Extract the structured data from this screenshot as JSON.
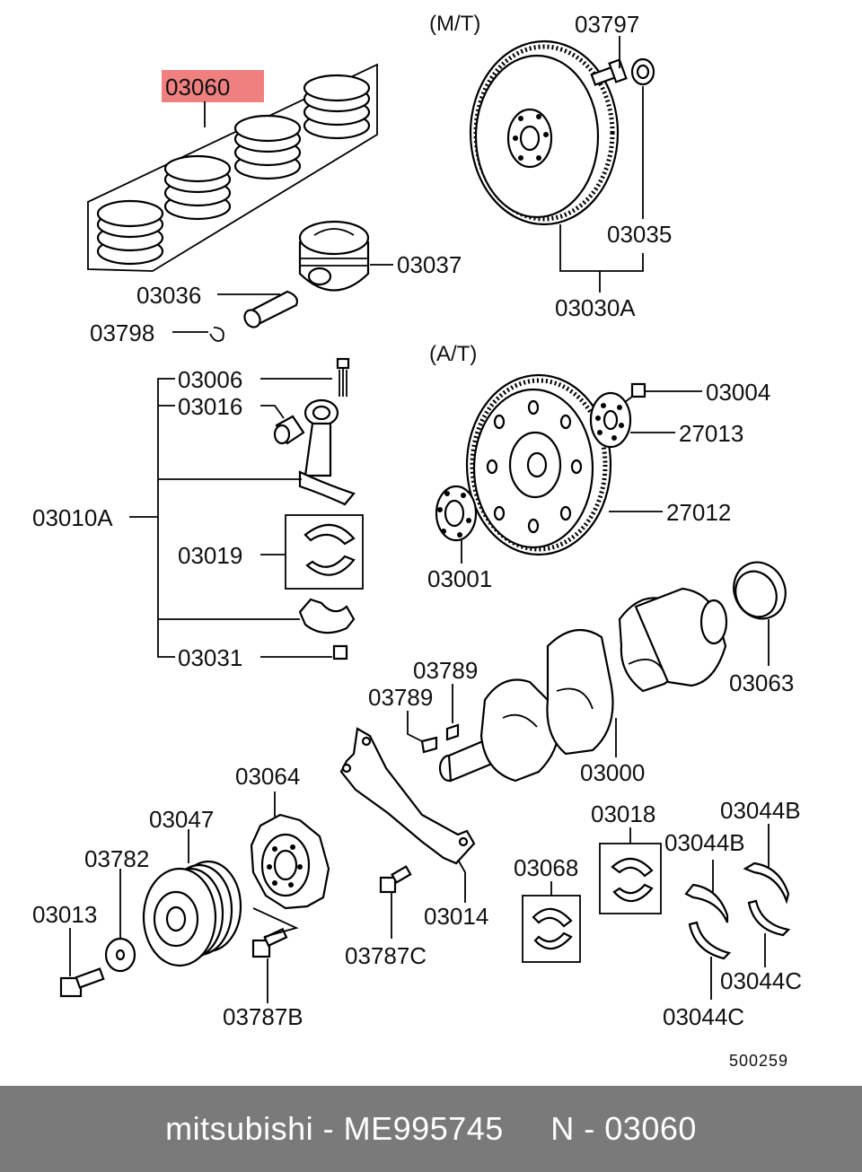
{
  "headers": {
    "manual": "(M/T)",
    "auto": "(A/T)"
  },
  "highlight_color": "#f08080",
  "parts": {
    "rings": "03060",
    "piston": "03037",
    "pin": "03036",
    "clip": "03798",
    "bolt_rod": "03006",
    "bushing": "03016",
    "rod_assy": "03010A",
    "rod_bearing": "03019",
    "rod_nut": "03031",
    "flywheel_bolt": "03797",
    "pilot_bearing": "03035",
    "flywheel_assy": "03030A",
    "drive_plate_bolt": "03004",
    "adapter_plate": "27013",
    "drive_plate": "27012",
    "spacer": "03001",
    "rear_seal": "03063",
    "key_a": "03789",
    "key_b": "03789",
    "crankshaft": "03000",
    "sensor_plate": "03064",
    "pulley": "03047",
    "washer": "03782",
    "pulley_bolt": "03013",
    "plate_bolt": "03787B",
    "baffle_bolt": "03787C",
    "oil_baffle": "03014",
    "main_bearing_upper": "03018",
    "main_bearing_lower": "03068",
    "thrust_b1": "03044B",
    "thrust_b2": "03044B",
    "thrust_c1": "03044C",
    "thrust_c2": "03044C"
  },
  "diagram_id": "500259",
  "footer": "mitsubishi - ME995745     N - 03060"
}
